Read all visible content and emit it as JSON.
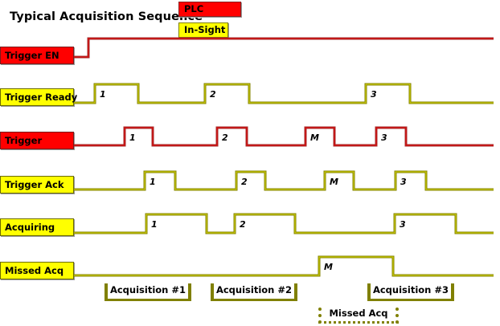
{
  "title": "Typical Acquisition Sequence",
  "legend": [
    {
      "label": "PLC",
      "color": "#ff0000",
      "border": "#8b2020"
    },
    {
      "label": "In-Sight",
      "color": "#ffff00",
      "border": "#808000"
    }
  ],
  "signals": [
    {
      "name": "Trigger EN",
      "owner": "PLC",
      "box_color": "#ff0000",
      "wave_color": "#a33030"
    },
    {
      "name": "Trigger Ready",
      "owner": "In-Sight",
      "box_color": "#ffff00",
      "wave_color": "#808000"
    },
    {
      "name": "Trigger",
      "owner": "PLC",
      "box_color": "#ff0000",
      "wave_color": "#a33030"
    },
    {
      "name": "Trigger Ack",
      "owner": "In-Sight",
      "box_color": "#ffff00",
      "wave_color": "#808000"
    },
    {
      "name": "Acquiring",
      "owner": "In-Sight",
      "box_color": "#ffff00",
      "wave_color": "#808000"
    },
    {
      "name": "Missed Acq",
      "owner": "In-Sight",
      "box_color": "#ffff00",
      "wave_color": "#808000"
    }
  ],
  "pulse_labels": {
    "trigger_ready": [
      "1",
      "2",
      "3"
    ],
    "trigger": [
      "1",
      "2",
      "M",
      "3"
    ],
    "trigger_ack": [
      "1",
      "2",
      "M",
      "3"
    ],
    "acquiring": [
      "1",
      "2",
      "3"
    ],
    "missed_acq": [
      "M"
    ]
  },
  "annotations": [
    {
      "label": "Acquisition #1",
      "style": "solid"
    },
    {
      "label": "Acquisition #2",
      "style": "solid"
    },
    {
      "label": "Acquisition #3",
      "style": "solid"
    },
    {
      "label": "Missed Acq",
      "style": "dotted"
    }
  ],
  "colors": {
    "plc_fill": "#ff0000",
    "plc_stroke": "#a33030",
    "insight_fill": "#ffff00",
    "insight_stroke": "#808000",
    "background": "#ffffff",
    "text": "#000000"
  }
}
